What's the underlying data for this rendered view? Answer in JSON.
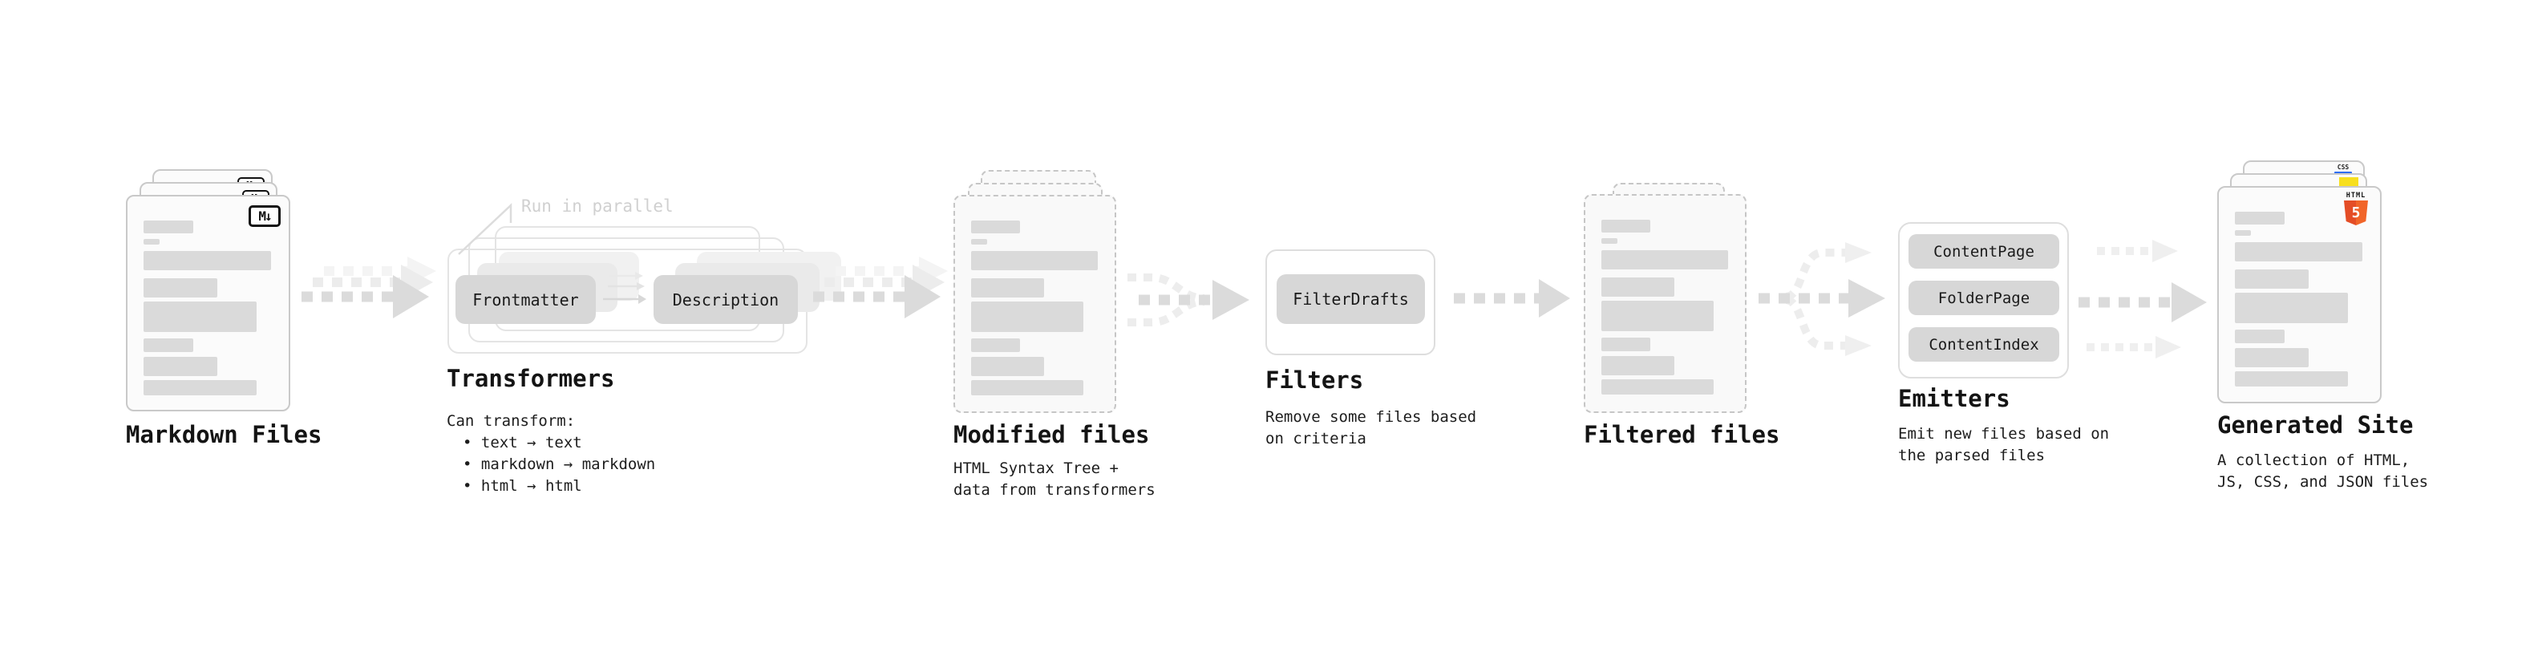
{
  "stages": {
    "markdown": {
      "label": "Markdown Files",
      "badge": "M↓"
    },
    "transformers": {
      "heading": "Transformers",
      "note": "Run in parallel",
      "input_pill": "Frontmatter",
      "output_pill": "Description",
      "desc_title": "Can transform:",
      "bullets": [
        "• text → text",
        "• markdown → markdown",
        "• html → html"
      ]
    },
    "modified": {
      "heading": "Modified files",
      "desc": [
        "HTML Syntax Tree +",
        "data from transformers"
      ]
    },
    "filters": {
      "heading": "Filters",
      "pill": "FilterDrafts",
      "desc": [
        "Remove some files based",
        "on criteria"
      ]
    },
    "filtered": {
      "heading": "Filtered files"
    },
    "emitters": {
      "heading": "Emitters",
      "pills": [
        "ContentPage",
        "FolderPage",
        "ContentIndex"
      ],
      "desc": [
        "Emit new files based on",
        "the parsed files"
      ]
    },
    "generated": {
      "heading": "Generated Site",
      "desc": [
        "A collection of HTML,",
        "JS, CSS, and JSON files"
      ],
      "badges": {
        "css": "CSS",
        "html_label": "HTML",
        "html_number": "5"
      }
    }
  },
  "colors": {
    "arrow": "#dbdbdb",
    "arrow_ghost": "#ededed",
    "html5_orange": "#e44d26",
    "js_yellow": "#f7df1e",
    "css_blue": "#2f6df2"
  }
}
